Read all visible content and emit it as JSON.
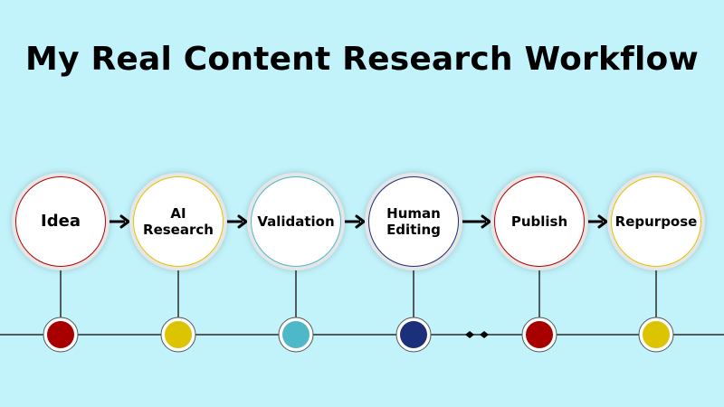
{
  "title": "My Real Content Research Workflow",
  "colors": {
    "background": "#c2f3fb",
    "red": "#a80000",
    "yellow": "#dcc400",
    "teal": "#4cb8c8",
    "navy": "#1b2f7a"
  },
  "steps": [
    {
      "label": "Idea",
      "color": "#b40000",
      "dot": "#a80000"
    },
    {
      "label": "AI Research",
      "color": "#e0c400",
      "dot": "#dcc400"
    },
    {
      "label": "Validation",
      "color": "#4cb8c8",
      "dot": "#4cb8c8"
    },
    {
      "label": "Human Editing",
      "color": "#1b2f7a",
      "dot": "#1b2f7a"
    },
    {
      "label": "Publish",
      "color": "#b40000",
      "dot": "#a80000"
    },
    {
      "label": "Repurpose",
      "color": "#e0c400",
      "dot": "#dcc400"
    }
  ]
}
